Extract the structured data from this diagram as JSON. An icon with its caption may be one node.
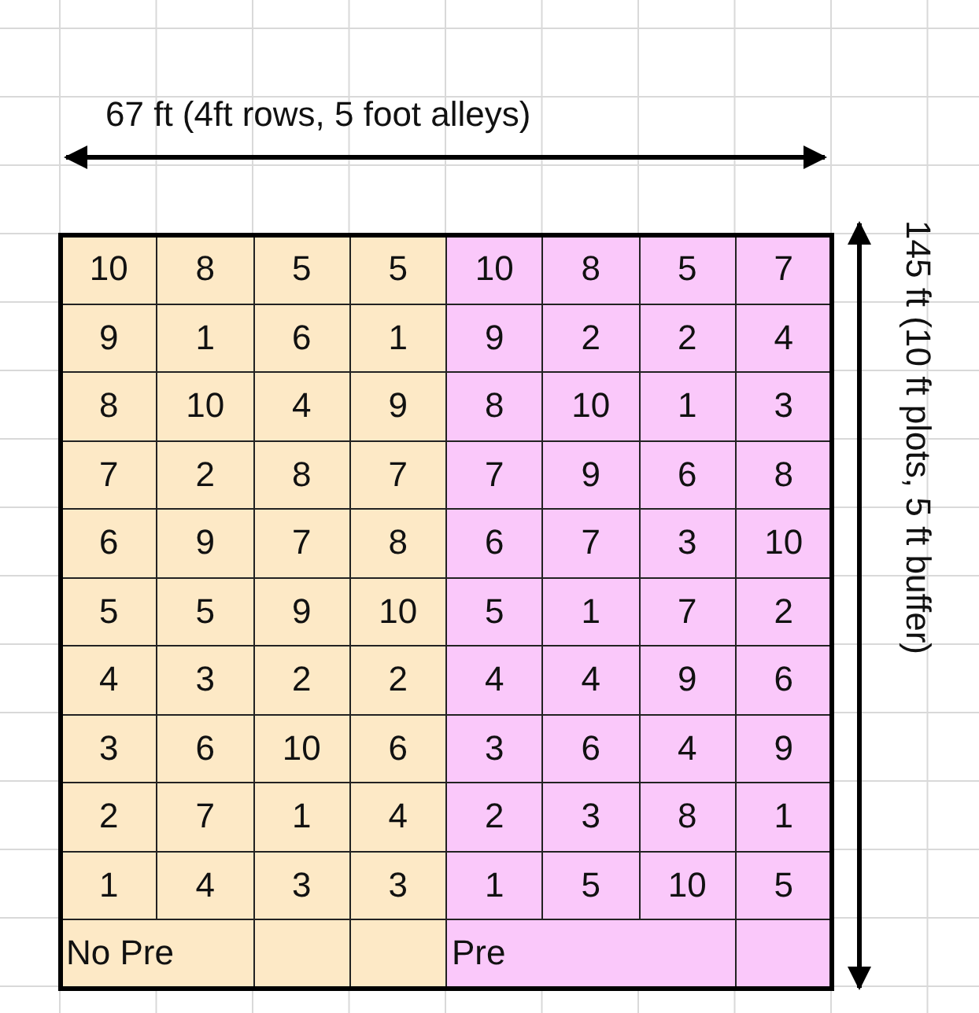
{
  "diagram": {
    "labels": [
      "67 ft (4ft rows, 5 foot alleys)",
      "145 ft (10 ft plots, 5 ft buffer)",
      "10",
      "8",
      "5",
      "5",
      "10",
      "8",
      "5",
      "7",
      "9",
      "1",
      "6",
      "1",
      "9",
      "2",
      "2",
      "4",
      "8",
      "10",
      "4",
      "9",
      "8",
      "10",
      "1",
      "3",
      "7",
      "2",
      "8",
      "7",
      "7",
      "9",
      "6",
      "8",
      "6",
      "9",
      "7",
      "8",
      "6",
      "7",
      "3",
      "10",
      "5",
      "5",
      "9",
      "10",
      "5",
      "1",
      "7",
      "2",
      "4",
      "3",
      "2",
      "2",
      "4",
      "4",
      "9",
      "6",
      "3",
      "6",
      "10",
      "6",
      "3",
      "6",
      "4",
      "9",
      "2",
      "7",
      "1",
      "4",
      "2",
      "3",
      "8",
      "1",
      "1",
      "4",
      "3",
      "3",
      "1",
      "5",
      "10",
      "5",
      "No Pre",
      "Pre"
    ]
  }
}
